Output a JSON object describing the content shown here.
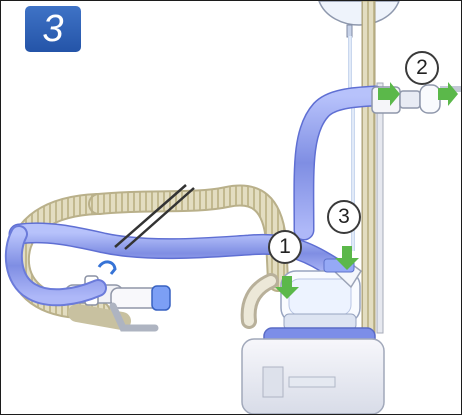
{
  "step_number": "3",
  "callouts": {
    "one": "1",
    "two": "2",
    "three": "3"
  },
  "colors": {
    "step_badge": "#2f5fb3",
    "circuit_tube": "#8a9be8",
    "heated_tube": "#d8d3b4",
    "arrow": "#5bb84a",
    "humidifier_blue": "#7b92e8"
  },
  "icons": [
    "step-badge",
    "breathing-circuit",
    "humidifier-chamber",
    "connection-arrow",
    "water-bag",
    "filter-connector"
  ]
}
